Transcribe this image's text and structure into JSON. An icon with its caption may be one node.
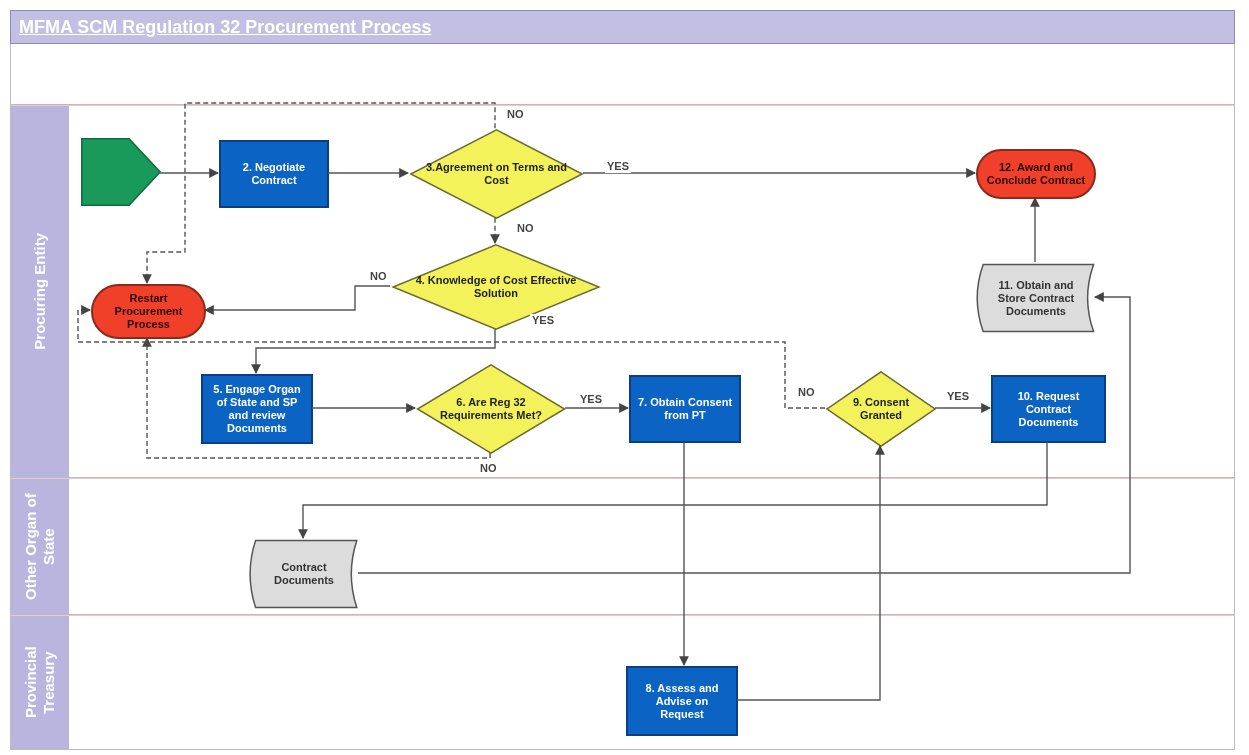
{
  "diagram": {
    "title": "MFMA SCM Regulation 32 Procurement Process",
    "nodes": [
      {
        "text": [
          "Procuring Entity"
        ]
      },
      {
        "text": [
          "Other Organ of State"
        ]
      },
      {
        "text": [
          "Provincial Treasury"
        ]
      },
      {
        "text": [],
        "shape": "pentagon",
        "in": 0
      },
      {
        "text": [
          "2. Negotiate Contract"
        ],
        "in": 0
      },
      {
        "text": [
          "3.Agreement on Terms and Cost"
        ],
        "in": 0
      },
      {
        "text": [
          "12. Award and Conclude Contract"
        ],
        "in": 0
      },
      {
        "text": [
          "Restart Procurement Process"
        ],
        "in": 0
      },
      {
        "text": [
          "4. Knowledge of Cost Effective Solution"
        ],
        "in": 0
      },
      {
        "text": [
          "11. Obtain and Store Contract Documents"
        ],
        "in": 0
      },
      {
        "text": [
          "5. Engage Organ of State and SP and review Documents"
        ],
        "in": 0
      },
      {
        "text": [
          "6. Are Reg 32 Requirements Met?"
        ],
        "in": 0
      },
      {
        "text": [
          "7. Obtain Consent from PT"
        ],
        "in": 0
      },
      {
        "text": [
          "9. Consent Granted"
        ],
        "in": 0
      },
      {
        "text": [
          "10. Request Contract Documents"
        ],
        "in": 0
      },
      {
        "text": [
          "Contract Documents"
        ],
        "in": 1
      },
      {
        "text": [
          "8. Assess and Advise on Request"
        ],
        "in": 2
      }
    ],
    "edges": [
      {
        "from": 3,
        "to": 4,
        "arrow": "to"
      },
      {
        "from": 4,
        "to": 5,
        "arrow": "to"
      },
      {
        "from": 5,
        "to": 6,
        "label": "YES",
        "arrow": "to"
      },
      {
        "from": 5,
        "to": 7,
        "label": "NO",
        "arrow": "to",
        "style": "dashed"
      },
      {
        "from": 5,
        "to": 8,
        "label": "NO",
        "arrow": "to",
        "style": "dashed"
      },
      {
        "from": 8,
        "to": 7,
        "label": "NO",
        "arrow": "to"
      },
      {
        "from": 8,
        "to": 10,
        "label": "YES",
        "arrow": "to"
      },
      {
        "from": 10,
        "to": 11,
        "arrow": "to"
      },
      {
        "from": 11,
        "to": 12,
        "label": "YES",
        "arrow": "to"
      },
      {
        "from": 11,
        "to": 7,
        "label": "NO",
        "arrow": "to",
        "style": "dashed"
      },
      {
        "from": 12,
        "to": 16,
        "arrow": "to"
      },
      {
        "from": 16,
        "to": 13,
        "arrow": "to"
      },
      {
        "from": 13,
        "to": 14,
        "label": "YES",
        "arrow": "to"
      },
      {
        "from": 13,
        "to": 7,
        "label": "NO",
        "arrow": "to",
        "style": "dashed"
      },
      {
        "from": 14,
        "to": 15,
        "arrow": "to"
      },
      {
        "from": 15,
        "to": 9,
        "arrow": "to"
      },
      {
        "from": 9,
        "to": 6,
        "arrow": "to"
      }
    ]
  }
}
